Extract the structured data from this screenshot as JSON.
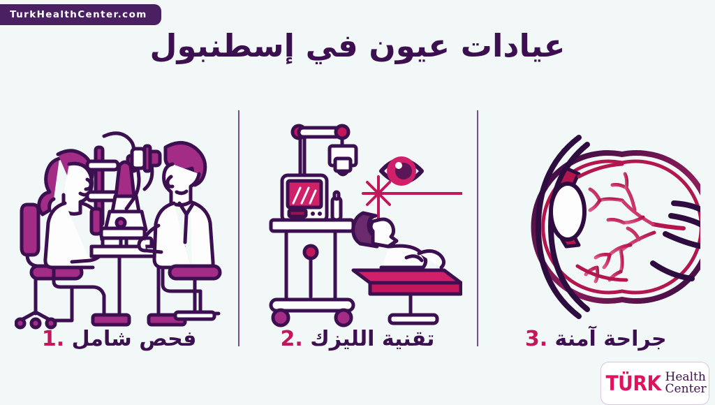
{
  "badge": {
    "text": "TurkHealthCenter.com"
  },
  "title": {
    "text": "عيادات عيون في إسطنبول"
  },
  "panels": [
    {
      "id": "panel-exam",
      "icon_name": "eye-examination-slit-lamp-illustration",
      "caption_number": ".1",
      "caption_text": "فحص شامل"
    },
    {
      "id": "panel-lasik",
      "icon_name": "lasik-laser-machine-illustration",
      "caption_number": ".2",
      "caption_text": "تقنية الليزك"
    },
    {
      "id": "panel-surgery",
      "icon_name": "eye-anatomy-cross-section-illustration",
      "caption_number": ".3",
      "caption_text": "جراحة آمنة"
    }
  ],
  "logo": {
    "brand": "TÜRK",
    "line1": "Health",
    "line2": "Center"
  },
  "colors": {
    "background": "#f2f8f7",
    "badge_bg": "#4a2063",
    "deep_purple": "#3c1050",
    "plum": "#8e2c7f",
    "crimson": "#c2185b",
    "magenta": "#d1206a",
    "divider": "#7a4c8f",
    "logo_pink": "#e0115f"
  }
}
